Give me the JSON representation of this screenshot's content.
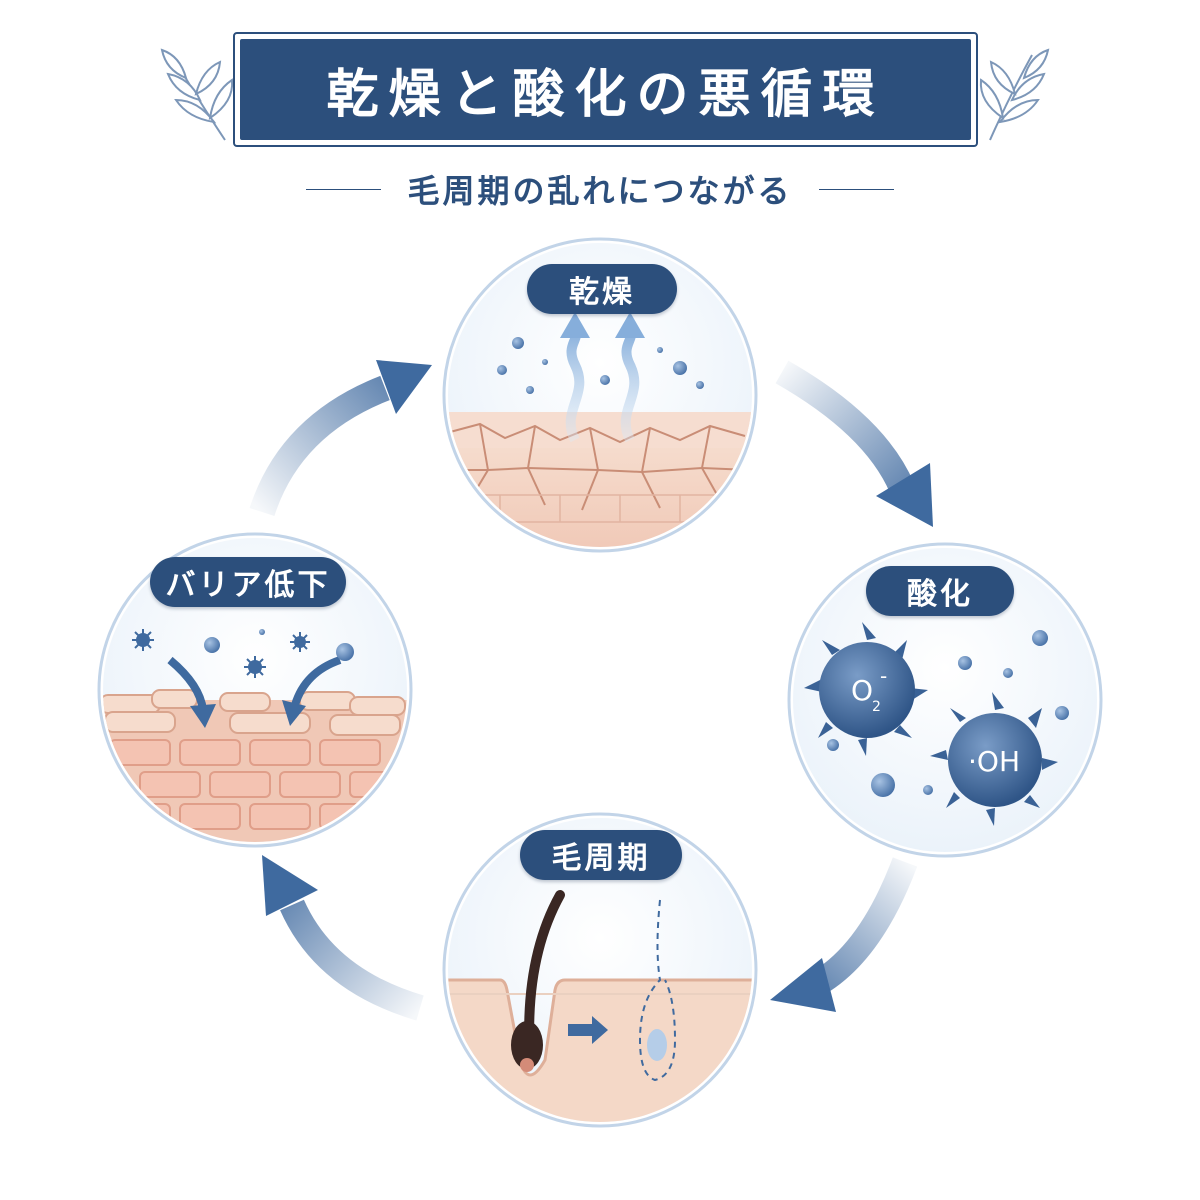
{
  "title": "乾燥と酸化の悪循環",
  "subtitle": "毛周期の乱れにつながる",
  "stages": {
    "dryness": {
      "label": "乾燥"
    },
    "oxidation": {
      "label": "酸化",
      "radical_1": "O",
      "radical_1_sub": "2",
      "radical_1_sup": "-",
      "radical_2": "·OH"
    },
    "hair_cycle": {
      "label": "毛周期"
    },
    "barrier": {
      "label": "バリア低下"
    }
  },
  "colors": {
    "navy": "#2c4f7c",
    "arrow": "#3f6a9f",
    "circle_border": "#b9cde3",
    "skin": "#f3cfbf",
    "skin_dark": "#dfa58e",
    "radical": "#4a6e9c",
    "light_blue": "#a9c8e6"
  },
  "icons": [
    "leaf-sprig-icon",
    "cycle-arrow-icon",
    "radical-molecule-icon",
    "hair-follicle-icon"
  ]
}
